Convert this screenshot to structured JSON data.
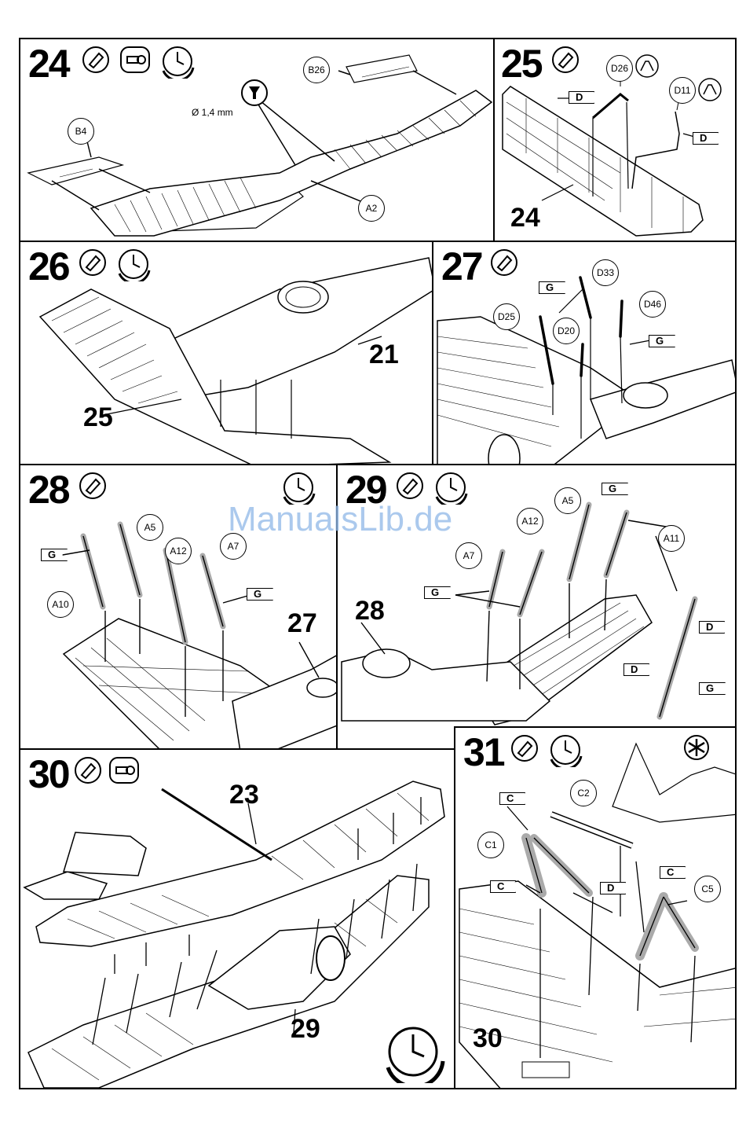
{
  "watermark": "ManualsLib.de",
  "steps": [
    {
      "number": "24",
      "parts": [
        "B26",
        "B4",
        "A2"
      ],
      "note": "1,4 mm",
      "icons": [
        "glue-icon",
        "sanding-icon",
        "drying-clock-icon"
      ]
    },
    {
      "number": "25",
      "parts": [
        "D26",
        "D11"
      ],
      "flags": [
        "D",
        "D"
      ],
      "ref": "24",
      "icons": [
        "glue-icon",
        "bend-icon",
        "bend-icon"
      ]
    },
    {
      "number": "26",
      "refs": [
        "21",
        "25"
      ],
      "icons": [
        "glue-icon",
        "drying-clock-icon"
      ]
    },
    {
      "number": "27",
      "parts": [
        "D33",
        "D25",
        "D46",
        "D20"
      ],
      "flags": [
        "G",
        "G"
      ],
      "icons": [
        "glue-icon"
      ]
    },
    {
      "number": "28",
      "parts": [
        "A5",
        "A12",
        "A7",
        "A10"
      ],
      "flags": [
        "G",
        "G"
      ],
      "ref": "27",
      "icons": [
        "glue-icon",
        "drying-clock-icon"
      ]
    },
    {
      "number": "29",
      "parts": [
        "A5",
        "A12",
        "A7",
        "A11"
      ],
      "flags": [
        "G",
        "G",
        "D",
        "D",
        "G"
      ],
      "ref": "28",
      "icons": [
        "glue-icon",
        "drying-clock-icon"
      ]
    },
    {
      "number": "30",
      "refs": [
        "23",
        "29"
      ],
      "icons": [
        "glue-icon",
        "sanding-icon",
        "drying-clock-icon"
      ]
    },
    {
      "number": "31",
      "parts": [
        "C2",
        "C1",
        "C5"
      ],
      "flags": [
        "C",
        "C",
        "D",
        "C"
      ],
      "ref": "30",
      "icons": [
        "glue-icon",
        "drying-clock-icon",
        "asterisk-icon"
      ]
    }
  ]
}
